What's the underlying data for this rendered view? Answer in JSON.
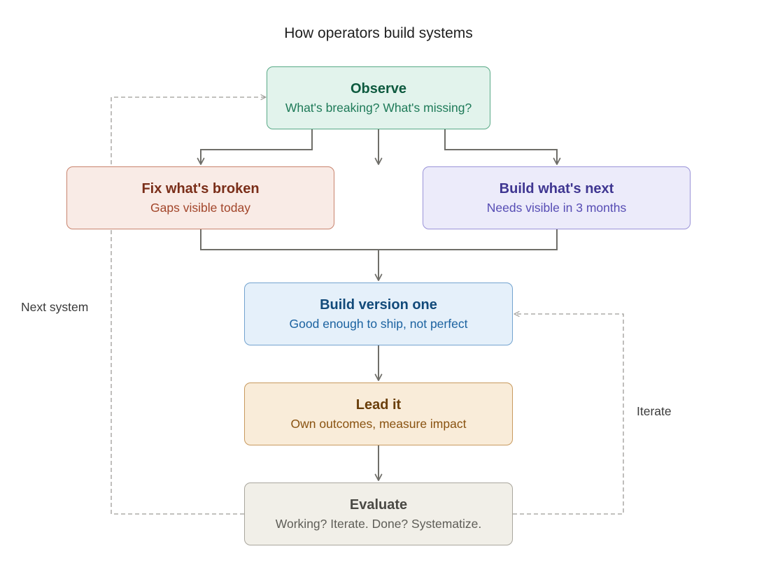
{
  "title": "How operators build systems",
  "nodes": {
    "observe": {
      "title": "Observe",
      "subtitle": "What's breaking? What's missing?",
      "colors": {
        "fill": "#e2f3ec",
        "border": "#58a986",
        "title": "#0e5a3f",
        "subtitle": "#1e7a58"
      }
    },
    "fix": {
      "title": "Fix what's broken",
      "subtitle": "Gaps visible today",
      "colors": {
        "fill": "#f9ebe6",
        "border": "#c8836d",
        "title": "#7a2e19",
        "subtitle": "#a2452a"
      }
    },
    "build_next": {
      "title": "Build what's next",
      "subtitle": "Needs visible in 3 months",
      "colors": {
        "fill": "#ecebfa",
        "border": "#9a93d8",
        "title": "#3f3691",
        "subtitle": "#564cb4"
      }
    },
    "version_one": {
      "title": "Build version one",
      "subtitle": "Good enough to ship, not perfect",
      "colors": {
        "fill": "#e5f0fa",
        "border": "#73a3cf",
        "title": "#124a7a",
        "subtitle": "#1b62a0"
      }
    },
    "lead": {
      "title": "Lead it",
      "subtitle": "Own outcomes, measure impact",
      "colors": {
        "fill": "#f9ecd9",
        "border": "#c89a5e",
        "title": "#6a3e0a",
        "subtitle": "#895210"
      }
    },
    "evaluate": {
      "title": "Evaluate",
      "subtitle": "Working? Iterate. Done? Systematize.",
      "colors": {
        "fill": "#f1efe8",
        "border": "#a9a69d",
        "title": "#4a4944",
        "subtitle": "#5e5d57"
      }
    }
  },
  "loops": {
    "next_system": "Next system",
    "iterate": "Iterate"
  },
  "colors": {
    "arrow": "#6f6e69",
    "dashed": "#9d9c98"
  }
}
